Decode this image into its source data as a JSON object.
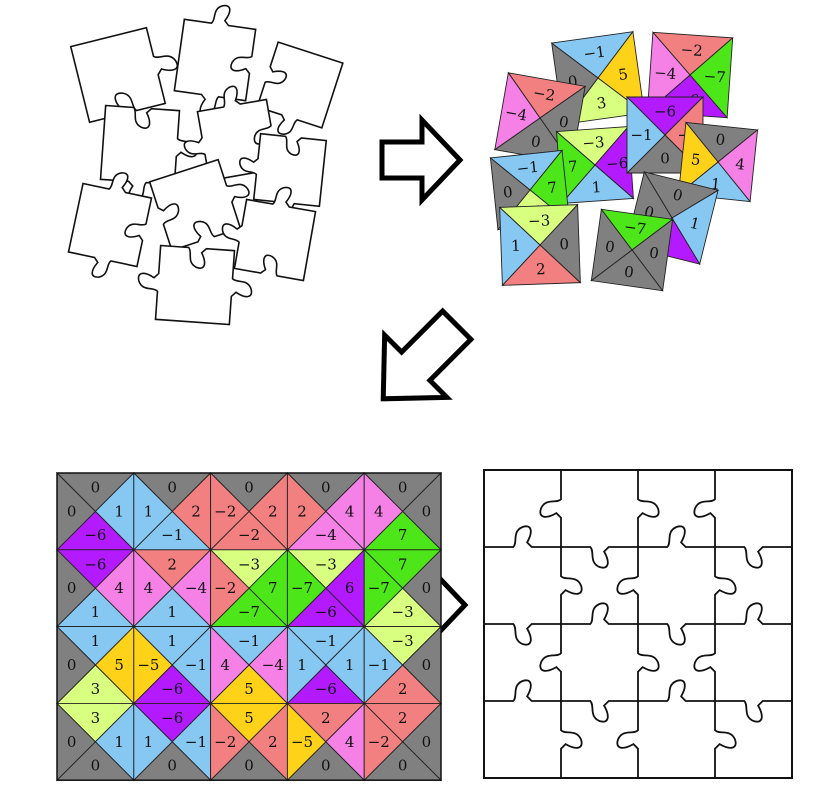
{
  "colors": {
    "0": "#808080",
    "1": "#87c8f2",
    "-1": "#87c8f2",
    "2": "#f28080",
    "-2": "#f28080",
    "3": "#d9ff80",
    "-3": "#d9ff80",
    "4": "#f580e6",
    "-4": "#f580e6",
    "5": "#ffd21a",
    "-5": "#ffd21a",
    "6": "#b31aff",
    "-6": "#b31aff",
    "7": "#4de619",
    "-7": "#4de619"
  },
  "solved_grid": [
    [
      [
        "0",
        "1",
        "-6",
        "0"
      ],
      [
        "0",
        "2",
        "-1",
        "1"
      ],
      [
        "0",
        "2",
        "-2",
        "-2"
      ],
      [
        "0",
        "4",
        "-4",
        "2"
      ],
      [
        "0",
        "0",
        "7",
        "4"
      ]
    ],
    [
      [
        "-6",
        "4",
        "1",
        "0"
      ],
      [
        "2",
        "-4",
        "1",
        "4"
      ],
      [
        "-3",
        "7",
        "-7",
        "-2"
      ],
      [
        "-3",
        "6",
        "-6",
        "-7"
      ],
      [
        "7",
        "0",
        "-3",
        "-7"
      ]
    ],
    [
      [
        "1",
        "5",
        "3",
        "0"
      ],
      [
        "1",
        "-1",
        "-6",
        "-5"
      ],
      [
        "-1",
        "-4",
        "5",
        "4"
      ],
      [
        "-1",
        "1",
        "-6",
        "1"
      ],
      [
        "-3",
        "0",
        "2",
        "-1"
      ]
    ],
    [
      [
        "3",
        "1",
        "0",
        "0"
      ],
      [
        "-6",
        "-1",
        "0",
        "1"
      ],
      [
        "5",
        "2",
        "0",
        "-2"
      ],
      [
        "2",
        "4",
        "0",
        "-5"
      ],
      [
        "2",
        "0",
        "0",
        "-2"
      ]
    ]
  ],
  "scrambled_tiles": [
    [
      "-1",
      "5",
      "3",
      "0"
    ],
    [
      "-2",
      "-7",
      "-6",
      "-4"
    ],
    [
      "-2",
      "0",
      "0",
      "-4"
    ],
    [
      "-3",
      "-6",
      "1",
      "7"
    ],
    [
      "-6",
      "-2",
      "0",
      "-1"
    ],
    [
      "0",
      "4",
      "1",
      "5"
    ],
    [
      "-1",
      "7",
      "-3",
      "0"
    ],
    [
      "0",
      "1",
      "6",
      "0"
    ],
    [
      "-3",
      "0",
      "2",
      "1"
    ],
    [
      "-7",
      "0",
      "0",
      "0"
    ]
  ]
}
